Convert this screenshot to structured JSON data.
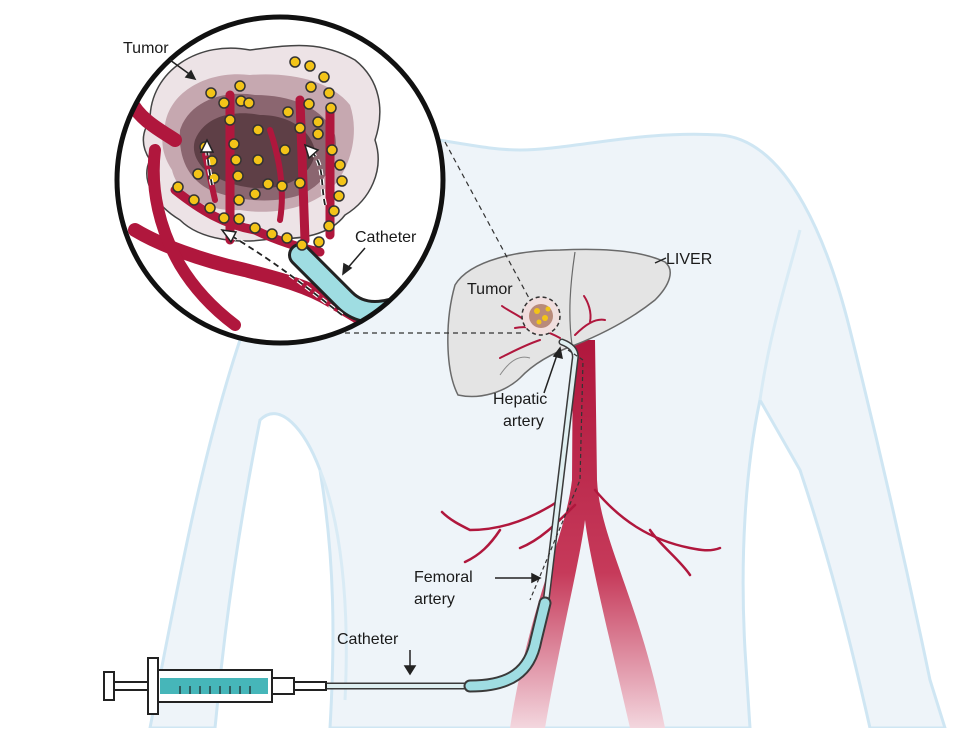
{
  "labels": {
    "inset_tumor": "Tumor",
    "inset_catheter": "Catheter",
    "liver": "LIVER",
    "liver_tumor": "Tumor",
    "hepatic_artery_line1": "Hepatic",
    "hepatic_artery_line2": "artery",
    "femoral_artery_line1": "Femoral",
    "femoral_artery_line2": "artery",
    "bottom_catheter": "Catheter"
  },
  "colors": {
    "artery": "#b0173d",
    "body_outline": "#cfe6f3",
    "body_fill": "#eef4f9",
    "liver_fill": "#e4e4e4",
    "tumor_dark": "#5e3f46",
    "bead": "#f3c418",
    "catheter": "#9fdde2",
    "syringe_fluid": "#46b6b9"
  },
  "icons": [
    "syringe-icon",
    "magnifier-circle-icon"
  ]
}
